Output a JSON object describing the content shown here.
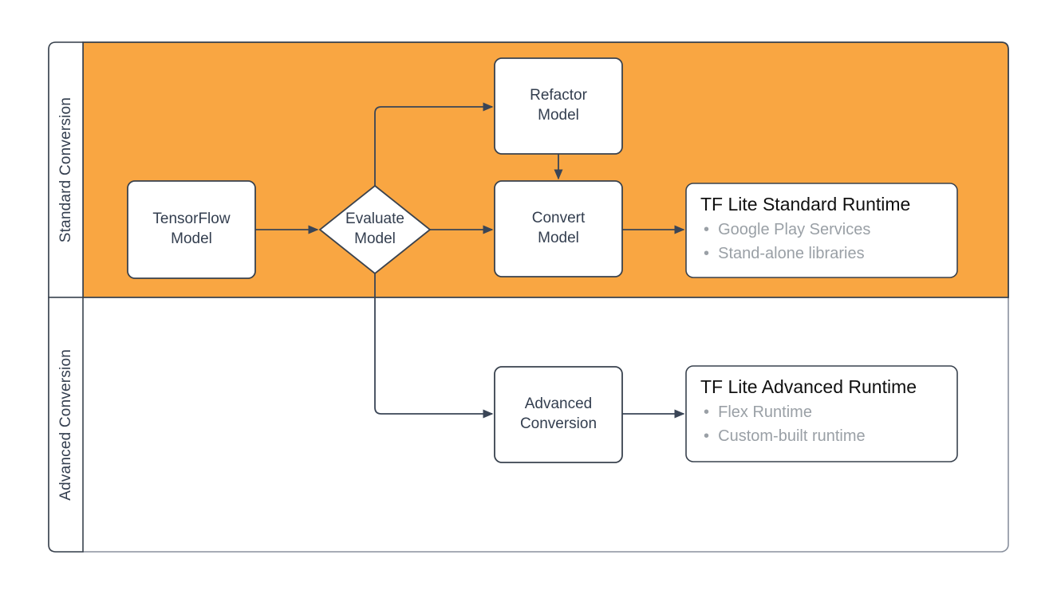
{
  "diagram": {
    "type": "flowchart-swimlanes",
    "lanes": [
      {
        "label": "Standard Conversion",
        "fill": "#F9A642"
      },
      {
        "label": "Advanced Conversion",
        "fill": "#FFFFFF"
      }
    ],
    "nodes": {
      "tensorflow_model": {
        "label": "TensorFlow Model",
        "shape": "rounded-rect",
        "lane": "Standard Conversion"
      },
      "evaluate_model": {
        "label": "Evaluate Model",
        "shape": "diamond",
        "lane": "Standard Conversion"
      },
      "refactor_model": {
        "label": "Refactor Model",
        "shape": "rounded-rect",
        "lane": "Standard Conversion"
      },
      "convert_model": {
        "label": "Convert Model",
        "shape": "rounded-rect",
        "lane": "Standard Conversion"
      },
      "advanced_conversion": {
        "label": "Advanced Conversion",
        "shape": "rounded-rect",
        "lane": "Advanced Conversion"
      },
      "standard_runtime": {
        "title": "TF Lite Standard Runtime",
        "bullets": [
          "Google Play Services",
          "Stand-alone libraries"
        ],
        "shape": "rounded-rect",
        "lane": "Standard Conversion"
      },
      "advanced_runtime": {
        "title": "TF Lite Advanced Runtime",
        "bullets": [
          "Flex Runtime",
          "Custom-built runtime"
        ],
        "shape": "rounded-rect",
        "lane": "Advanced Conversion"
      }
    },
    "edges": [
      "TensorFlow Model -> Evaluate Model",
      "Evaluate Model -> Refactor Model",
      "Refactor Model -> Convert Model",
      "Evaluate Model -> Convert Model",
      "Convert Model -> TF Lite Standard Runtime",
      "Evaluate Model -> Advanced Conversion",
      "Advanced Conversion -> TF Lite Advanced Runtime"
    ],
    "colors": {
      "lane_orange": "#F9A642",
      "shape_stroke": "#39424E",
      "frame_stroke": "#8A919E",
      "node_text": "#333E4F",
      "runtime_title_text": "#111111",
      "runtime_bullet_text": "#9AA0A6",
      "arrow": "#3A4556"
    }
  }
}
